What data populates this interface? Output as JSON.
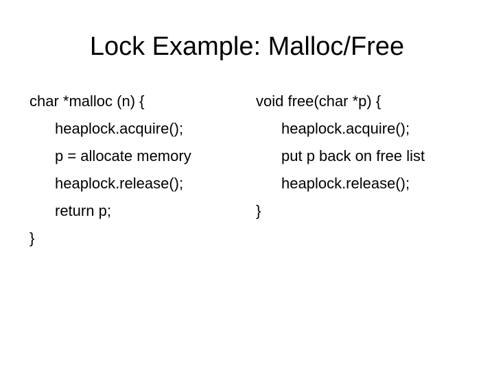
{
  "slide": {
    "title": "Lock Example: Malloc/Free",
    "left_code": [
      "char *malloc (n) {",
      "heaplock.acquire();",
      "p = allocate memory",
      "heaplock.release();",
      "return p;",
      "}"
    ],
    "right_code": [
      "void free(char *p) {",
      "heaplock.acquire();",
      "put p back on free list",
      "heaplock.release();",
      "}"
    ]
  }
}
